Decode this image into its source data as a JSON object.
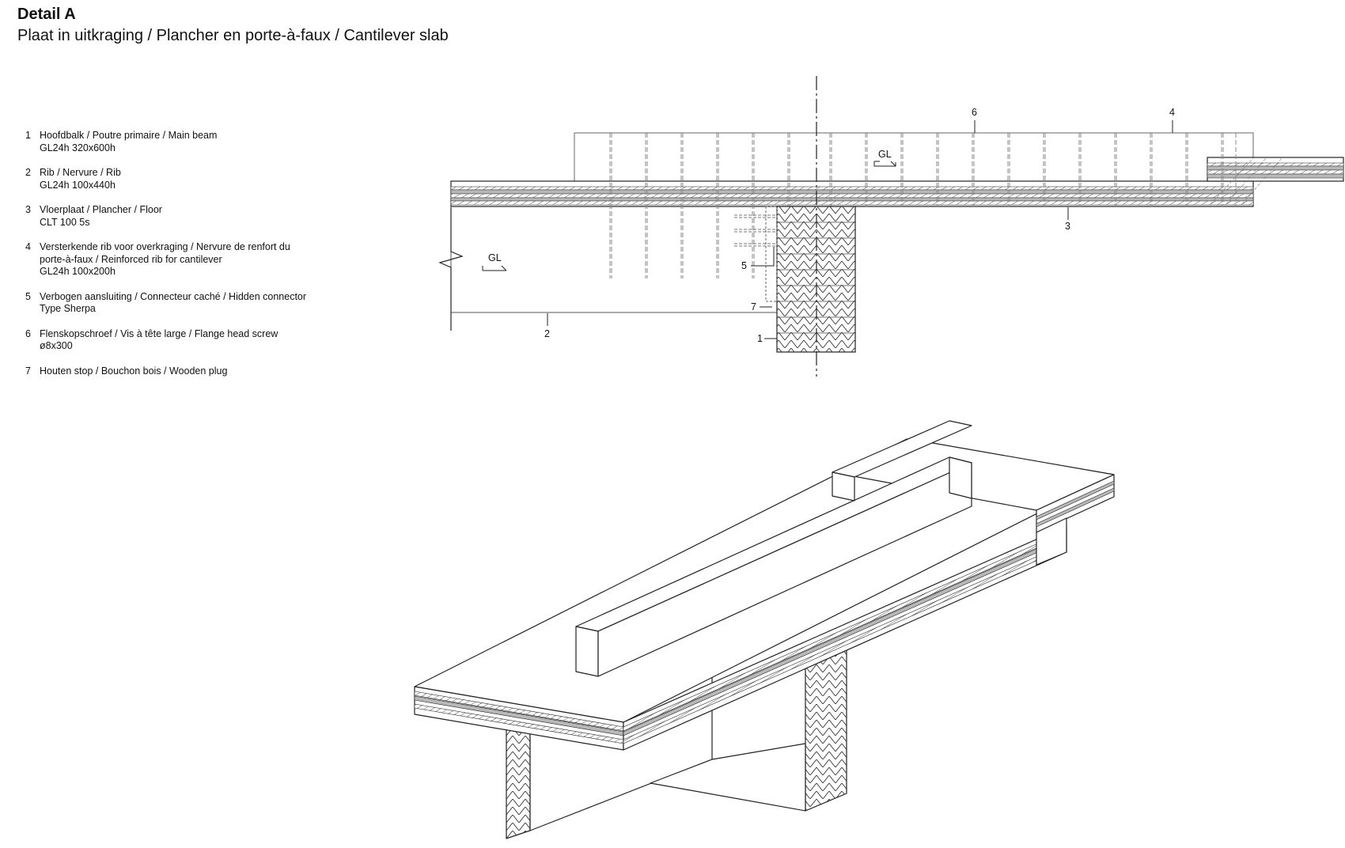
{
  "title": "Detail A",
  "subtitle": "Plaat in uitkraging / Plancher en porte-à-faux / Cantilever slab",
  "legend": [
    {
      "num": "1",
      "lines": [
        "Hoofdbalk / Poutre primaire / Main beam",
        "GL24h 320x600h"
      ]
    },
    {
      "num": "2",
      "lines": [
        "Rib / Nervure / Rib",
        "GL24h 100x440h"
      ]
    },
    {
      "num": "3",
      "lines": [
        "Vloerplaat / Plancher / Floor",
        "CLT 100 5s"
      ]
    },
    {
      "num": "4",
      "lines": [
        "Versterkende rib voor overkraging / Nervure de renfort du",
        "porte-à-faux / Reinforced rib for cantilever",
        "GL24h 100x200h"
      ]
    },
    {
      "num": "5",
      "lines": [
        "Verbogen aansluiting / Connecteur caché / Hidden connector",
        "Type Sherpa"
      ]
    },
    {
      "num": "6",
      "lines": [
        "Flenskopschroef / Vis à tête large / Flange head screw",
        "ø8x300"
      ]
    },
    {
      "num": "7",
      "lines": [
        "Houten stop / Bouchon bois / Wooden plug"
      ]
    }
  ],
  "section": {
    "labels": {
      "n1": "1",
      "n2": "2",
      "n3": "3",
      "n4": "4",
      "n5": "5",
      "n6": "6",
      "n7": "7"
    },
    "gl_upper": "GL",
    "gl_lower": "GL"
  },
  "colors": {
    "line": "#222222",
    "hatch": "#555555",
    "gray_layer": "#b8b8b8",
    "screw": "#8a8a8a"
  }
}
